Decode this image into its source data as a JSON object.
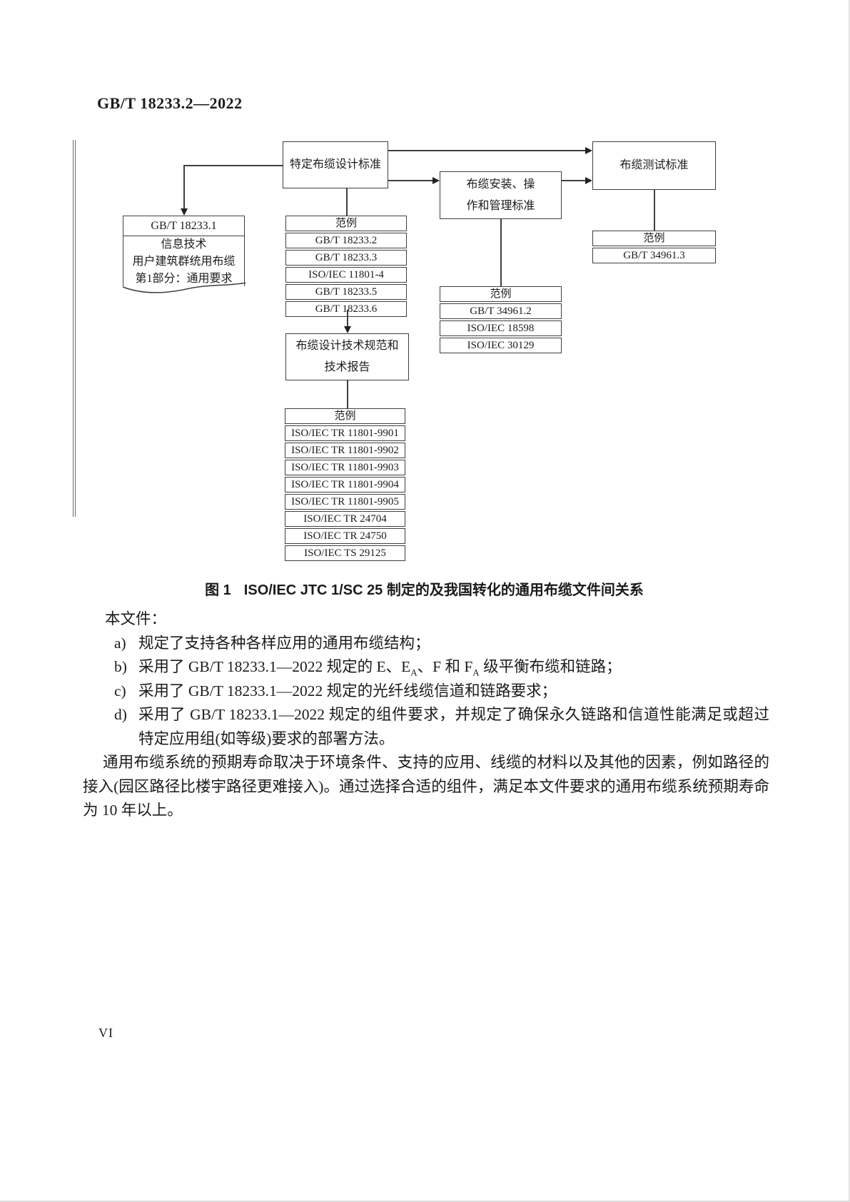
{
  "page": {
    "header": "GB/T 18233.2—2022",
    "page_number": "VI"
  },
  "figure": {
    "caption_no": "图 1",
    "caption_text": "ISO/IEC JTC 1/SC 25 制定的及我国转化的通用布缆文件间关系",
    "example_label": "范例",
    "nodes": {
      "design": "特定布缆设计标准",
      "test": "布缆测试标准",
      "install_line1": "布缆安装、操",
      "install_line2": "作和管理标准",
      "spec_line1": "布缆设计技术规范和",
      "spec_line2": "技术报告",
      "doc_header": "GB/T 18233.1"
    },
    "doc_lines": [
      "信息技术",
      "用户建筑群统用布缆",
      "第1部分：通用要求"
    ],
    "design_examples": [
      "GB/T 18233.2",
      "GB/T 18233.3",
      "ISO/IEC 11801-4",
      "GB/T 18233.5",
      "GB/T 18233.6"
    ],
    "install_examples": [
      "GB/T 34961.2",
      "ISO/IEC 18598",
      "ISO/IEC 30129"
    ],
    "test_examples": [
      "GB/T 34961.3"
    ],
    "spec_examples": [
      "ISO/IEC TR 11801-9901",
      "ISO/IEC TR 11801-9902",
      "ISO/IEC TR 11801-9903",
      "ISO/IEC TR 11801-9904",
      "ISO/IEC TR 11801-9905",
      "ISO/IEC TR 24704",
      "ISO/IEC TR 24750",
      "ISO/IEC TS 29125"
    ]
  },
  "body": {
    "intro": "本文件：",
    "a_label": "a)",
    "a_text": "规定了支持各种各样应用的通用布缆结构；",
    "b_label": "b)",
    "b_pre": "采用了 GB/T 18233.1—2022 规定的 E、E",
    "b_sub1": "A",
    "b_mid": "、F 和 F",
    "b_sub2": "A",
    "b_post": " 级平衡布缆和链路；",
    "c_label": "c)",
    "c_text": "采用了 GB/T 18233.1—2022 规定的光纤线缆信道和链路要求；",
    "d_label": "d)",
    "d_text": "采用了 GB/T 18233.1—2022 规定的组件要求，并规定了确保永久链路和信道性能满足或超过特定应用组(如等级)要求的部署方法。",
    "paragraph": "通用布缆系统的预期寿命取决于环境条件、支持的应用、线缆的材料以及其他的因素，例如路径的接入(园区路径比楼宇路径更难接入)。通过选择合适的组件，满足本文件要求的通用布缆系统预期寿命为 10 年以上。"
  }
}
